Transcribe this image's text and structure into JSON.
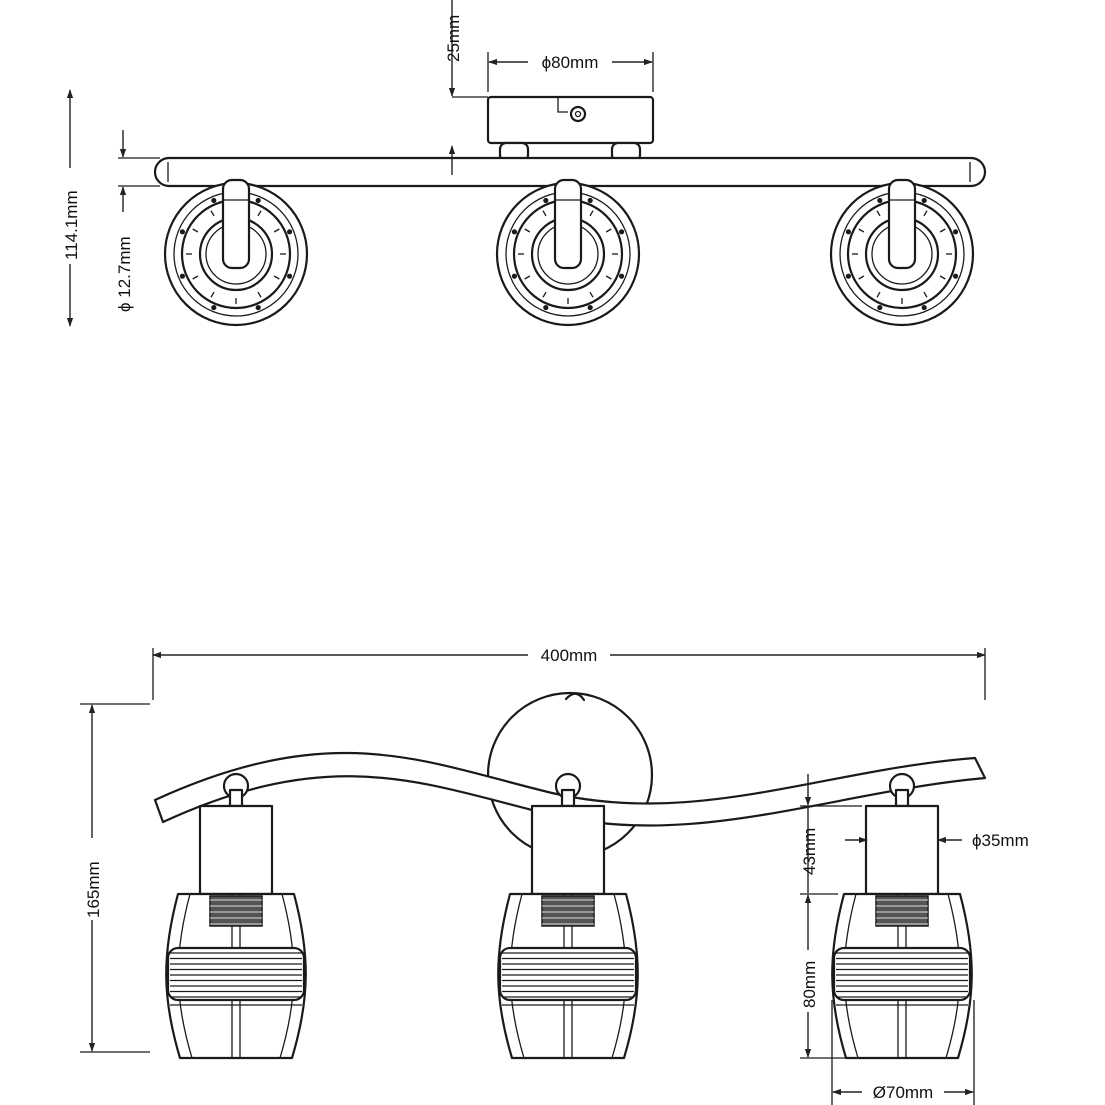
{
  "top_view": {
    "dims": {
      "canopy_height": "25mm",
      "canopy_diameter": "ϕ80mm",
      "total_depth": "114.1mm",
      "bar_diameter": "ϕ 12.7mm"
    }
  },
  "front_view": {
    "dims": {
      "total_width": "400mm",
      "total_height": "165mm",
      "holder_height": "43mm",
      "holder_diameter": "ϕ35mm",
      "cage_height": "80mm",
      "cage_diameter": "Ø70mm"
    }
  }
}
